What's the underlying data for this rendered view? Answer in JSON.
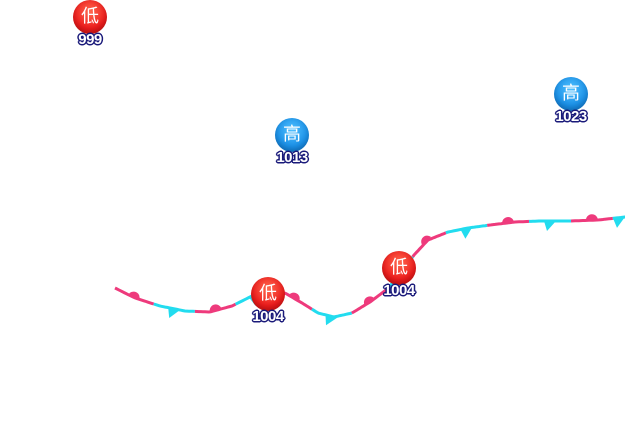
{
  "colors": {
    "low": "#ec1c1c",
    "high": "#1a8fe6",
    "cold_front": "#22dcef",
    "warm_front": "#ee3a7c",
    "label_outline": "#1a1a7a"
  },
  "pressure_centers": [
    {
      "type": "low",
      "symbol": "低",
      "value": "999"
    },
    {
      "type": "high",
      "symbol": "高",
      "value": "1013"
    },
    {
      "type": "high",
      "symbol": "高",
      "value": "1023"
    },
    {
      "type": "low",
      "symbol": "低",
      "value": "1004"
    },
    {
      "type": "low",
      "symbol": "低",
      "value": "1004"
    }
  ],
  "fronts": [
    {
      "type": "stationary",
      "cold_color": "cold_front",
      "warm_color": "warm_front"
    }
  ]
}
